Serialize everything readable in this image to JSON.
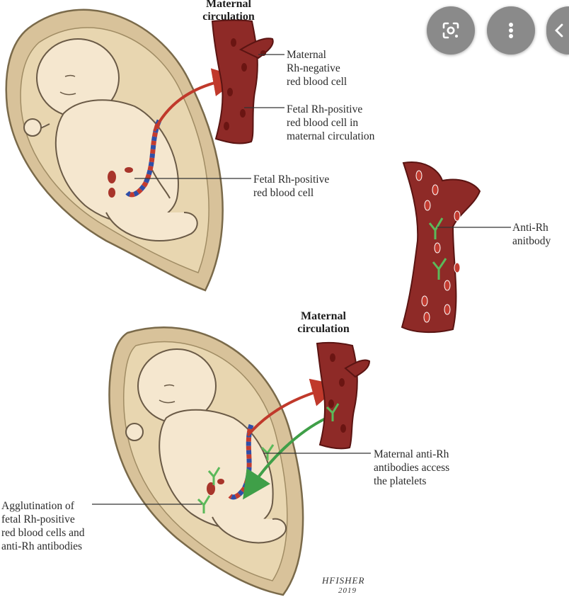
{
  "labels": {
    "maternal_circulation_top": "Maternal\ncirculation",
    "maternal_rh_negative": "Maternal\nRh-negative\nred blood cell",
    "fetal_rh_positive_in_maternal": "Fetal Rh-positive\nred blood cell in\nmaternal circulation",
    "fetal_rh_positive": "Fetal Rh-positive\nred blood cell",
    "anti_rh_antibody": "Anti-Rh\nanitbody",
    "maternal_circulation_bottom": "Maternal\ncirculation",
    "maternal_anti_rh_access": "Maternal anti-Rh\nantibodies access\nthe platelets",
    "agglutination": "Agglutination of\nfetal Rh-positive\nred blood cells and\nanti-Rh antibodies"
  },
  "signature": {
    "name": "HFISHER",
    "year": "2019"
  },
  "buttons": {
    "lens": "lens-search-icon",
    "more": "more-options-icon",
    "collapse": "chevron-left-icon"
  },
  "colors": {
    "vessel": "#8e2a27",
    "vessel_dark": "#6e1a18",
    "red_cell": "#c23b30",
    "antibody": "#5bb95a",
    "arrow_red": "#c0392b",
    "arrow_green": "#3f9f48",
    "uterus_outer": "#d8c29a",
    "uterus_inner": "#e8d6b0",
    "skin": "#f5e7cf",
    "cord_blue": "#2f4ea8"
  }
}
